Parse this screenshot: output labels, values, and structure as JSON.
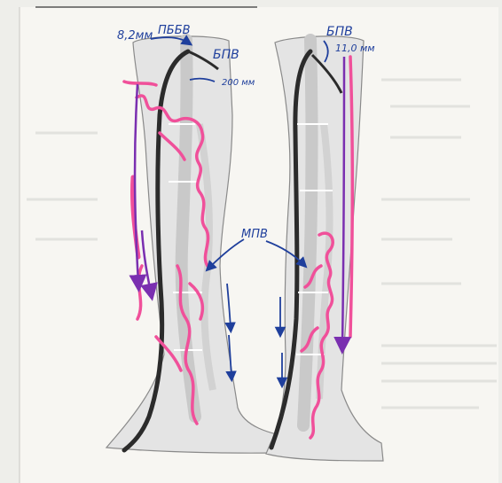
{
  "annotations": {
    "left_top": "8,2мм",
    "left_top_abbr": "ПББВ",
    "left_label": "БПВ",
    "left_dim": "200 мм",
    "right_label": "БПВ",
    "right_dim": "11,0 мм",
    "center_label": "МПВ"
  },
  "colors": {
    "paper": "#f7f6f2",
    "leg_fill": "#e4e4e4",
    "deep_vein": "#c9c9c9",
    "superficial_vein": "#2b2b2b",
    "outline": "#8a8a8a",
    "ink_blue": "#1f3f9c",
    "marker_pink": "#f0509a",
    "marker_purple": "#7a2fb0"
  }
}
